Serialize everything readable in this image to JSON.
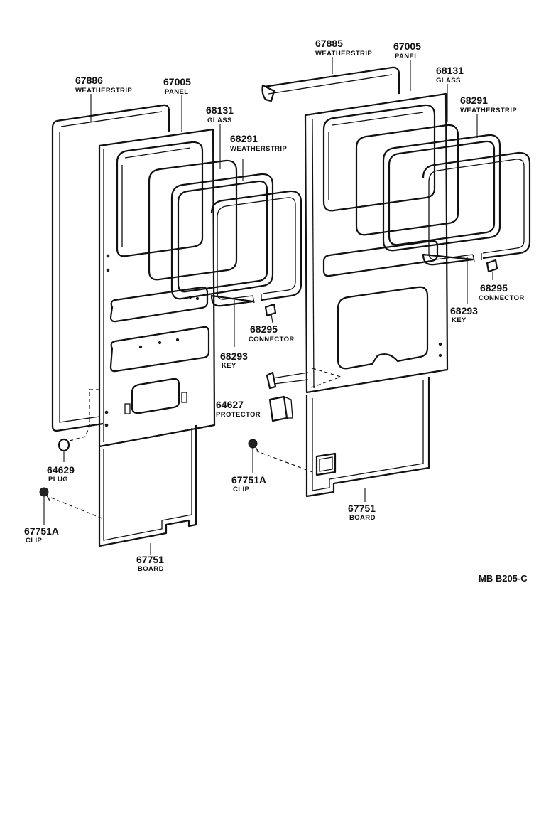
{
  "diagram_code": "MB B205-C",
  "callouts": {
    "left_weatherstrip_outer": {
      "number": "67886",
      "name": "WEATHERSTRIP"
    },
    "left_panel": {
      "number": "67005",
      "name": "PANEL"
    },
    "left_glass": {
      "number": "68131",
      "name": "GLASS"
    },
    "left_weatherstrip_inner": {
      "number": "68291",
      "name": "WEATHERSTRIP"
    },
    "left_connector": {
      "number": "68295",
      "name": "CONNECTOR"
    },
    "left_key": {
      "number": "68293",
      "name": "KEY"
    },
    "left_plug": {
      "number": "64629",
      "name": "PLUG"
    },
    "left_clip": {
      "number": "67751A",
      "name": "CLIP"
    },
    "left_board": {
      "number": "67751",
      "name": "BOARD"
    },
    "right_weatherstrip_top": {
      "number": "67885",
      "name": "WEATHERSTRIP"
    },
    "right_panel": {
      "number": "67005",
      "name": "PANEL"
    },
    "right_glass": {
      "number": "68131",
      "name": "GLASS"
    },
    "right_weatherstrip_inner": {
      "number": "68291",
      "name": "WEATHERSTRIP"
    },
    "right_connector": {
      "number": "68295",
      "name": "CONNECTOR"
    },
    "right_key": {
      "number": "68293",
      "name": "KEY"
    },
    "right_protector": {
      "number": "64627",
      "name": "PROTECTOR"
    },
    "right_clip": {
      "number": "67751A",
      "name": "CLIP"
    },
    "right_board": {
      "number": "67751",
      "name": "BOARD"
    }
  }
}
